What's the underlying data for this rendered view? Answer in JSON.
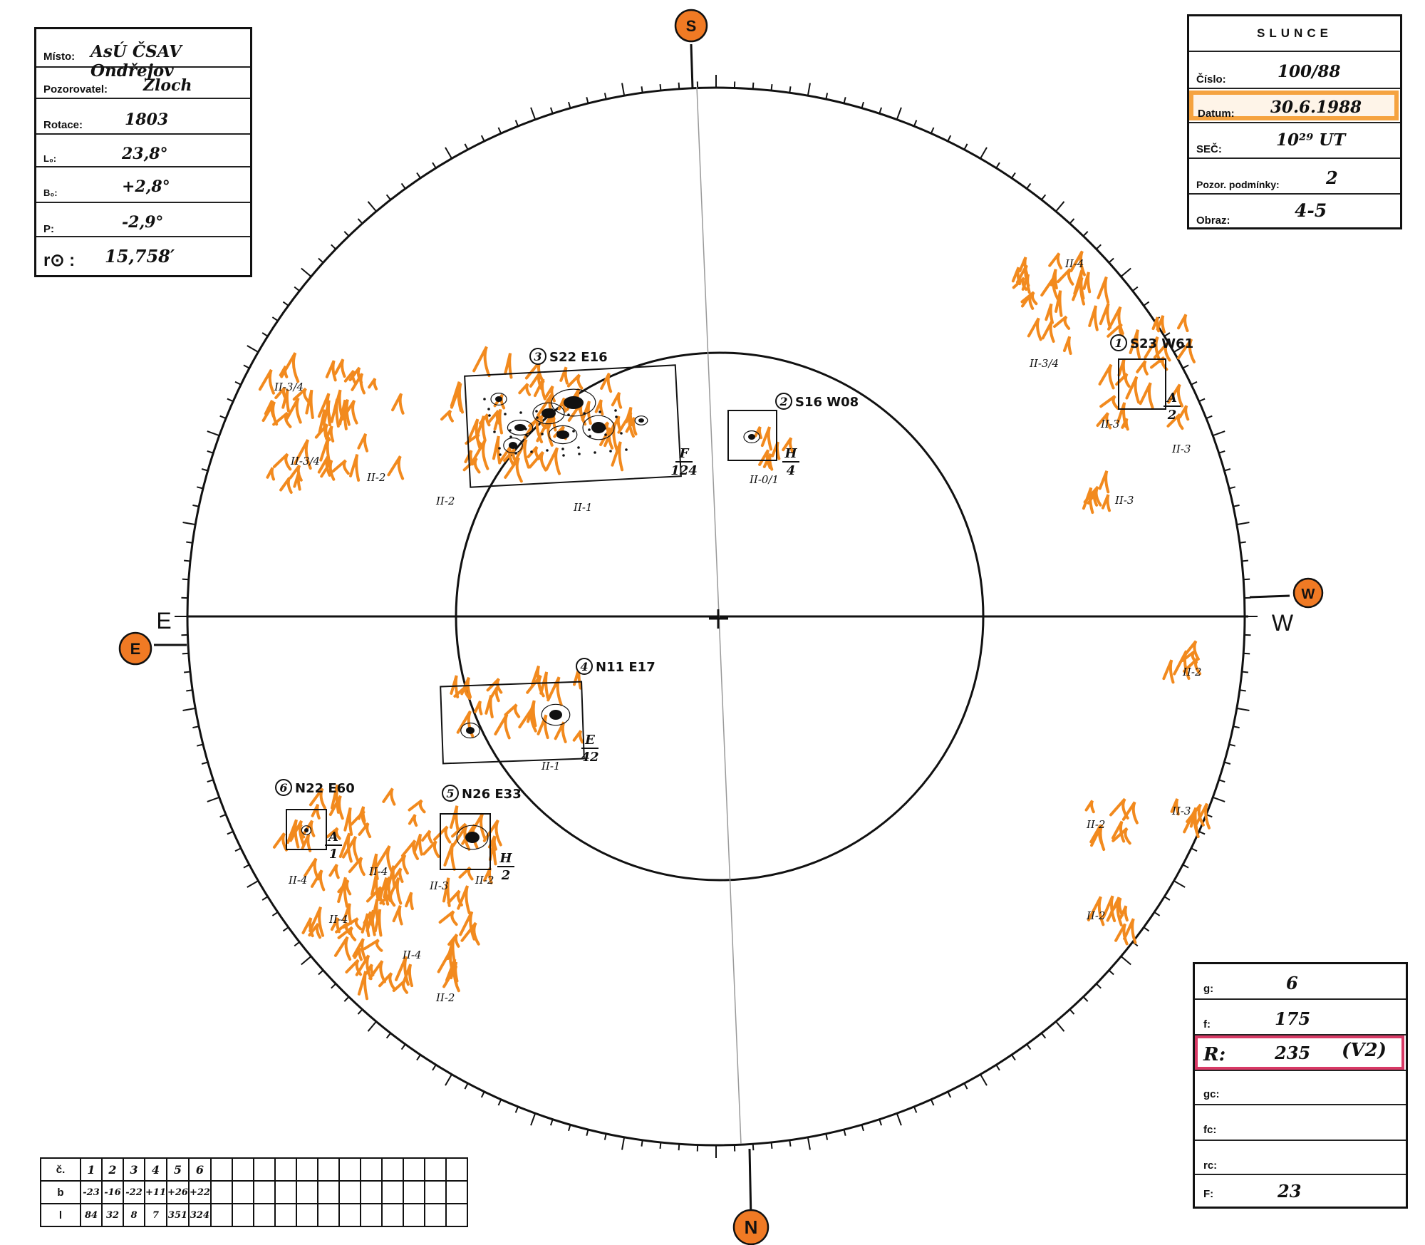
{
  "observation": {
    "fields": [
      {
        "label": "Místo:",
        "value": "AsÚ ČSAV Ondřejov"
      },
      {
        "label": "Pozorovatel:",
        "value": "Zloch"
      },
      {
        "label": "Rotace:",
        "value": "1803"
      },
      {
        "label": "L₀:",
        "value": "23,8°"
      },
      {
        "label": "B₀:",
        "value": "+2,8°"
      },
      {
        "label": "P:",
        "value": "-2,9°"
      },
      {
        "label": "r⊙ :",
        "value": "15,758′"
      }
    ]
  },
  "slunce": {
    "title": "SLUNCE",
    "fields": [
      {
        "label": "Číslo:",
        "value": "100/88"
      },
      {
        "label": "Datum:",
        "value": "30.6.1988"
      },
      {
        "label": "SEČ:",
        "value": "10²⁹ UT"
      },
      {
        "label": "Pozor. podmínky:",
        "value": "2"
      },
      {
        "label": "Obraz:",
        "value": "4-5"
      }
    ]
  },
  "counts": {
    "fields": [
      {
        "label": "g:",
        "value": "6"
      },
      {
        "label": "f:",
        "value": "175"
      },
      {
        "label": "R:",
        "value": "235",
        "extra": "(V2)"
      },
      {
        "label": "gc:",
        "value": ""
      },
      {
        "label": "fc:",
        "value": ""
      },
      {
        "label": "rc:",
        "value": ""
      },
      {
        "label": "F:",
        "value": "23"
      }
    ]
  },
  "group_table": {
    "row_labels": [
      "č.",
      "b",
      "l"
    ],
    "numbers": [
      "1",
      "2",
      "3",
      "4",
      "5",
      "6"
    ],
    "b": [
      "-23",
      "-16",
      "-22",
      "+11",
      "+26",
      "+22"
    ],
    "l": [
      "84",
      "32",
      "8",
      "7",
      "351",
      "324"
    ],
    "empty_columns": 12
  },
  "compass": {
    "S": "S",
    "N": "N",
    "E": "E",
    "W": "W"
  },
  "axis_letters": {
    "E": "E",
    "W": "W"
  },
  "colors": {
    "ink": "#111111",
    "faculae": "#f28a1e",
    "compass_fill": "#f07a24",
    "datum_highlight": "#f5a340",
    "r_highlight": "#d83a66"
  },
  "groups": [
    {
      "label": "3",
      "coords": "S22 E16",
      "class": "F",
      "count": "124"
    },
    {
      "label": "2",
      "coords": "S16 W08",
      "class": "H",
      "count": "4"
    },
    {
      "label": "1",
      "coords": "S23 W61",
      "class": "A",
      "count": "2"
    },
    {
      "label": "4",
      "coords": "N11 E17",
      "class": "E",
      "count": "42"
    },
    {
      "label": "5",
      "coords": "N26 E33",
      "class": "H",
      "count": "2"
    },
    {
      "label": "6",
      "coords": "N22 E60",
      "class": "A",
      "count": "1"
    }
  ],
  "facula_labels": [
    "II-4",
    "II-3/4",
    "II-3",
    "II-3",
    "II-3",
    "II-3/4",
    "II-3/4",
    "II-2",
    "II-2",
    "II-1",
    "II-0/1",
    "II-2",
    "II-1",
    "II-2",
    "II-3",
    "II-2",
    "II-4",
    "II-4",
    "II-3",
    "II-2",
    "II-4",
    "II-4",
    "II-2"
  ]
}
